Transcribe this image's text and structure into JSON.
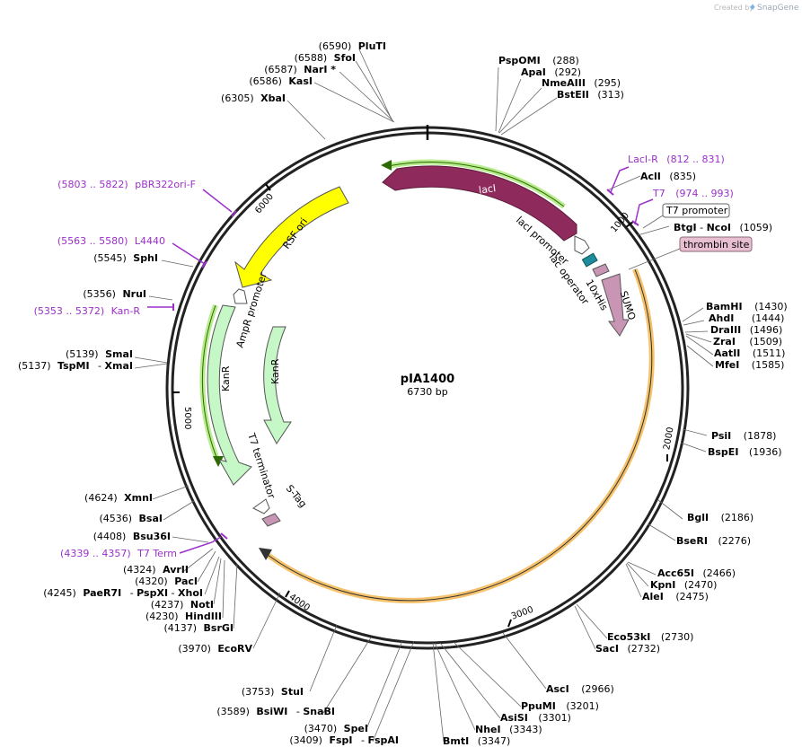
{
  "credit": {
    "created_by": "Created by",
    "brand": "SnapGene"
  },
  "plasmid": {
    "name": "pIA1400",
    "size": "6730 bp",
    "length": 6730
  },
  "ticks": [
    "1000",
    "2000",
    "3000",
    "4000",
    "5000",
    "6000"
  ],
  "colors": {
    "lacI": "#8e2b5c",
    "sumo": "#c896b4",
    "rsf": "#ffff00",
    "kanr": "#c6f7c6",
    "orf": "#f5c26b",
    "primer": "#9b30c9",
    "lacop": "#1e8c9c",
    "thrombin": "#e8bfd0"
  },
  "sites_right": [
    {
      "name": "PspOMI",
      "pos": "(288)"
    },
    {
      "name": "ApaI",
      "pos": "(292)"
    },
    {
      "name": "NmeAIII",
      "pos": "(295)"
    },
    {
      "name": "BstEII",
      "pos": "(313)"
    },
    {
      "name": "AclI",
      "pos": "(835)"
    },
    {
      "name": "BtgI",
      "sep": "-",
      "name2": "NcoI",
      "pos": "(1059)"
    },
    {
      "name": "BamHI",
      "pos": "(1430)"
    },
    {
      "name": "AhdI",
      "pos": "(1444)"
    },
    {
      "name": "DraIII",
      "pos": "(1496)"
    },
    {
      "name": "ZraI",
      "pos": "(1509)"
    },
    {
      "name": "AatII",
      "pos": "(1511)"
    },
    {
      "name": "MfeI",
      "pos": "(1585)"
    },
    {
      "name": "PsiI",
      "pos": "(1878)"
    },
    {
      "name": "BspEI",
      "pos": "(1936)"
    },
    {
      "name": "BglI",
      "pos": "(2186)"
    },
    {
      "name": "BseRI",
      "pos": "(2276)"
    },
    {
      "name": "Acc65I",
      "pos": "(2466)"
    },
    {
      "name": "KpnI",
      "pos": "(2470)"
    },
    {
      "name": "AleI",
      "pos": "(2475)"
    },
    {
      "name": "Eco53kI",
      "pos": "(2730)"
    },
    {
      "name": "SacI",
      "pos": "(2732)"
    },
    {
      "name": "AscI",
      "pos": "(2966)"
    },
    {
      "name": "PpuMI",
      "pos": "(3201)"
    },
    {
      "name": "AsiSI",
      "pos": "(3301)"
    },
    {
      "name": "NheI",
      "pos": "(3343)"
    },
    {
      "name": "BmtI",
      "pos": "(3347)"
    }
  ],
  "sites_left": [
    {
      "name": "PluTI",
      "pos": "(6590)"
    },
    {
      "name": "SfoI",
      "pos": "(6588)"
    },
    {
      "name": "NarI *",
      "pos": "(6587)"
    },
    {
      "name": "KasI",
      "pos": "(6586)"
    },
    {
      "name": "XbaI",
      "pos": "(6305)"
    },
    {
      "name": "SphI",
      "pos": "(5545)"
    },
    {
      "name": "NruI",
      "pos": "(5356)"
    },
    {
      "name": "SmaI",
      "pos": "(5139)"
    },
    {
      "name": "TspMI",
      "sep": "-",
      "name2": "XmaI",
      "pos": "(5137)"
    },
    {
      "name": "XmnI",
      "pos": "(4624)"
    },
    {
      "name": "BsaI",
      "pos": "(4536)"
    },
    {
      "name": "Bsu36I",
      "pos": "(4408)"
    },
    {
      "name": "AvrII",
      "pos": "(4324)"
    },
    {
      "name": "PacI",
      "pos": "(4320)"
    },
    {
      "name": "PaeR7I",
      "sep": "-",
      "name2": "PspXI",
      "sep2": "-",
      "name3": "XhoI",
      "pos": "(4245)"
    },
    {
      "name": "NotI",
      "pos": "(4237)"
    },
    {
      "name": "HindIII",
      "pos": "(4230)"
    },
    {
      "name": "BsrGI",
      "pos": "(4137)"
    },
    {
      "name": "EcoRV",
      "pos": "(3970)"
    },
    {
      "name": "StuI",
      "pos": "(3753)"
    },
    {
      "name": "BsiWI",
      "sep": "-",
      "name2": "SnaBI",
      "pos": "(3589)"
    },
    {
      "name": "SpeI",
      "pos": "(3470)"
    },
    {
      "name": "FspI",
      "sep": "-",
      "name2": "FspAI",
      "pos": "(3409)"
    }
  ],
  "primers": [
    {
      "name": "LacI-R",
      "range": "(812 .. 831)"
    },
    {
      "name": "T7",
      "range": "(974 .. 993)"
    },
    {
      "name": "pBR322ori-F",
      "range": "(5803 .. 5822)"
    },
    {
      "name": "L4440",
      "range": "(5563 .. 5580)"
    },
    {
      "name": "Kan-R",
      "range": "(5353 .. 5372)"
    },
    {
      "name": "T7 Term",
      "range": "(4339 .. 4357)"
    }
  ],
  "features": {
    "lacI": "lacI",
    "lacI_promoter": "lacI promoter",
    "lac_operator": "lac operator",
    "his": "10xHis",
    "sumo": "SUMO",
    "rsf_ori": "RSF ori",
    "ampr_promoter": "AmpR promoter",
    "kanr_outer": "KanR",
    "kanr_inner": "KanR",
    "t7_terminator": "T7 terminator",
    "s_tag": "S-Tag",
    "t7_promoter": "T7 promoter",
    "thrombin": "thrombin site"
  }
}
